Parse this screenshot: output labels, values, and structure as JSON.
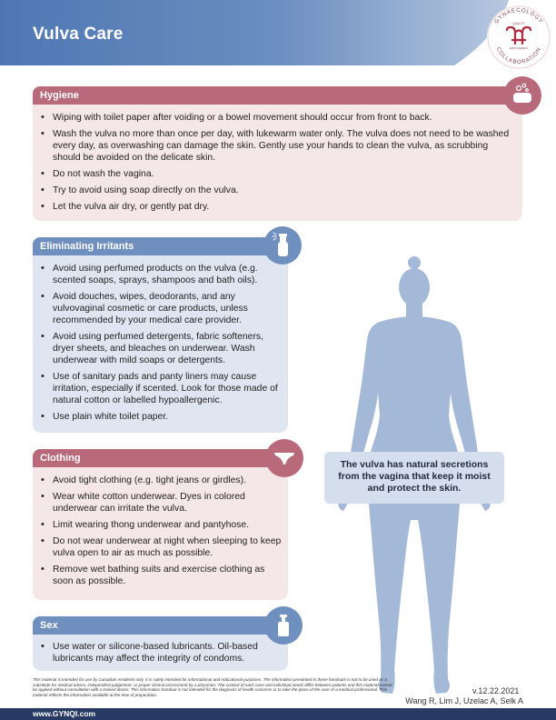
{
  "header": {
    "title": "Vulva Care",
    "band_color": "#6c8ec0"
  },
  "logo": {
    "text_top": "GYNAECOLOGY",
    "text_quality": "QUALITY",
    "text_improvement": "IMPROVEMENT",
    "text_bottom": "COLLABORATION"
  },
  "sections": {
    "hygiene": {
      "title": "Hygiene",
      "icon": "soap-bar-icon",
      "items": [
        "Wiping with toilet paper after voiding or a bowel movement should occur from front to back.",
        "Wash the vulva no more than once per day, with lukewarm water only. The vulva does not need to be washed every day, as overwashing can damage the skin. Gently use your hands to clean the vulva, as scrubbing should be avoided on the delicate skin.",
        "Do not wash the vagina.",
        "Try to avoid using soap directly on the vulva.",
        "Let the vulva air dry, or gently pat dry."
      ]
    },
    "irritants": {
      "title": "Eliminating Irritants",
      "icon": "spray-bottle-icon",
      "items": [
        "Avoid using perfumed products on the vulva (e.g. scented soaps, sprays, shampoos and bath oils).",
        "Avoid douches, wipes, deodorants, and any vulvovaginal cosmetic or care products, unless recommended by your medical care provider.",
        "Avoid using perfumed detergents, fabric softeners, dryer sheets, and bleaches on underwear. Wash underwear with mild soaps or detergents.",
        "Use of sanitary pads and panty liners may cause irritation, especially if scented. Look for those made of natural cotton or labelled hypoallergenic.",
        "Use plain white toilet paper."
      ]
    },
    "clothing": {
      "title": "Clothing",
      "icon": "underwear-icon",
      "items": [
        "Avoid tight clothing (e.g. tight jeans or girdles).",
        "Wear white cotton underwear. Dyes in colored underwear can irritate the vulva.",
        "Limit wearing thong underwear and pantyhose.",
        "Do not wear underwear at night when sleeping to keep vulva open to air as much as possible.",
        "Remove wet bathing suits and exercise clothing as soon as possible."
      ]
    },
    "sex": {
      "title": "Sex",
      "icon": "lubricant-bottle-icon",
      "items": [
        "Use water or silicone-based lubricants. Oil-based lubricants may affect the integrity of condoms."
      ]
    }
  },
  "callout": {
    "text": "The vulva has natural secretions from the vagina that keep it moist and protect the skin."
  },
  "footer": {
    "disclaimer": "This material is intended for use by Canadian residents only. It is solely intended for informational and educational purposes. The information presented in these handouts is not to be used as a substitute for medical advice, independent judgement, or proper clinical assessment by a physician. The context of each case and individual needs differ between patients and this material cannot be applied without consultation with a trained doctor. This information handout is not intended for the diagnosis of health concerns or to take the place of the care of a medical professional. This material reflects the information available at the time of preparation.",
    "version": "v.12.22.2021",
    "authors": "Wang R, Lim J, Uzelac A, Selk A",
    "website": "www.GYNQI.com"
  },
  "colors": {
    "pink_header": "#b86a7a",
    "pink_background": "#f5e6e8",
    "blue_header": "#6f8fbf",
    "blue_background": "#dfe6f1",
    "figure": "#a4b8d8",
    "footer_bar": "#263a64"
  }
}
